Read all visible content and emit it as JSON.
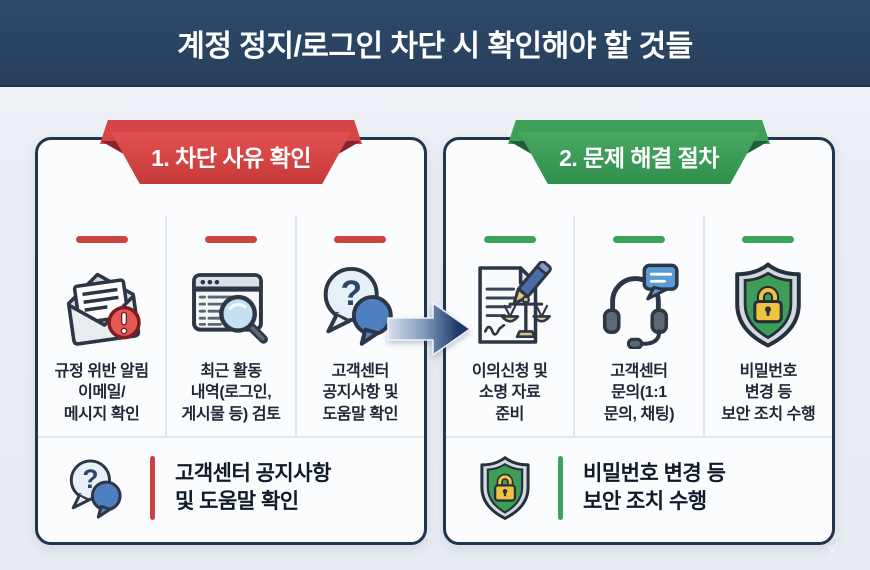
{
  "title": "계정 정지/로그인 차단 시 확인해야 할 것들",
  "colors": {
    "banner_navy": "#273f5c",
    "red_accent": "#cf4242",
    "green_accent": "#3ca35c",
    "arrow_navy": "#1e3b6d",
    "card_border": "#22354f"
  },
  "cards": [
    {
      "ribbon": "1. 차단 사유 확인",
      "accent": "#cf4242",
      "items": [
        {
          "icon": "alert-mail-icon",
          "label": "규정 위반 알림\n이메일/\n메시지 확인"
        },
        {
          "icon": "activity-review-icon",
          "label": "최근 활동\n내역(로그인,\n게시물 등) 검토"
        },
        {
          "icon": "help-chat-icon",
          "label": "고객센터\n공지사항 및\n도움말 확인"
        }
      ],
      "highlight": {
        "icon": "help-chat-icon",
        "text": "고객센터 공지사항\n및 도움말 확인"
      }
    },
    {
      "ribbon": "2. 문제 해결 절차",
      "accent": "#3ca35c",
      "items": [
        {
          "icon": "appeal-document-icon",
          "label": "이의신청 및\n소명 자료\n준비"
        },
        {
          "icon": "support-headset-icon",
          "label": "고객센터\n문의(1:1\n문의, 채팅)"
        },
        {
          "icon": "security-shield-icon",
          "label": "비밀번호\n변경 등\n보안 조치 수행"
        }
      ],
      "highlight": {
        "icon": "security-shield-icon",
        "text": "비밀번호 변경 등\n보안 조치 수행"
      }
    }
  ],
  "watermark": "v"
}
